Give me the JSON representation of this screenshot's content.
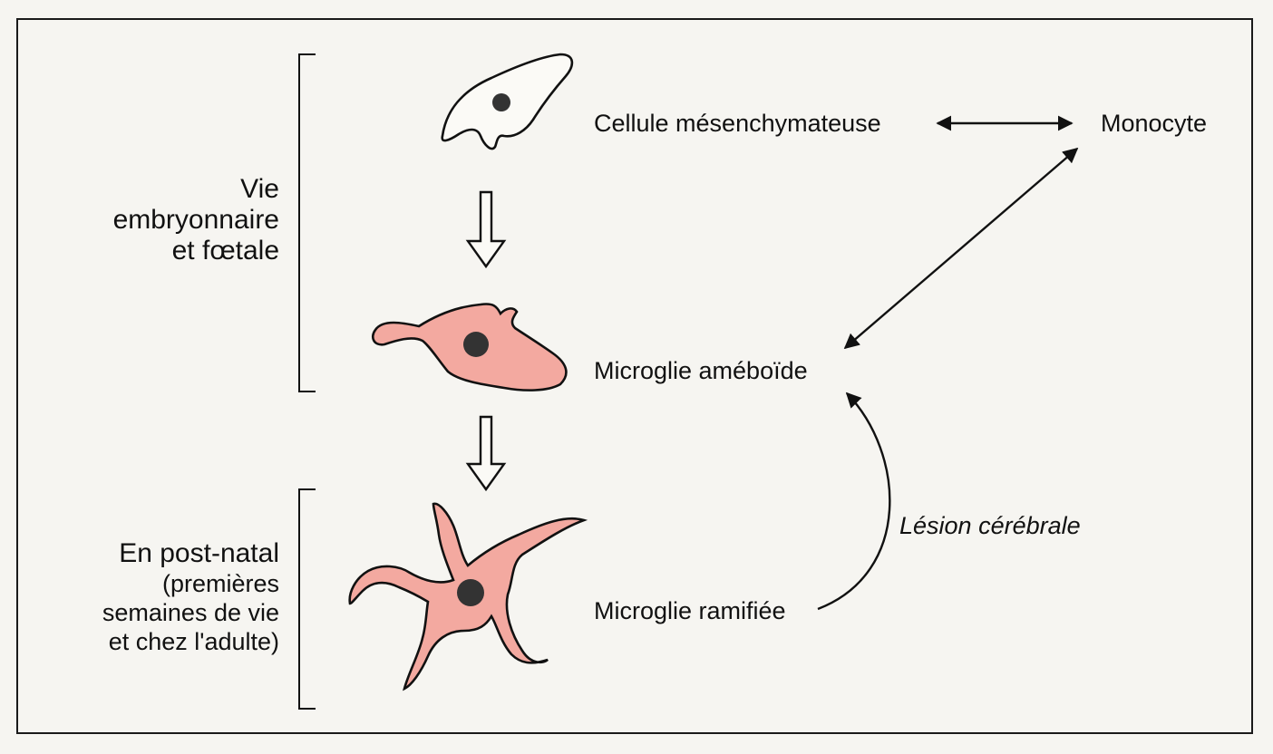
{
  "stages": {
    "embryonic": [
      "Vie",
      "embryonnaire",
      "et fœtale"
    ],
    "postnatal_title": "En post-natal",
    "postnatal_detail": [
      "(premières",
      "semaines de vie",
      "et chez l'adulte)"
    ]
  },
  "cells": {
    "mesenchymal": "Cellule mésenchymateuse",
    "monocyte": "Monocyte",
    "amoeboid": "Microglie améboïde",
    "ramified": "Microglie ramifiée"
  },
  "annotation": {
    "lesion": "Lésion cérébrale"
  },
  "colors": {
    "cell_fill": "#f3a9a0",
    "nucleus": "#333333",
    "outline": "#111111"
  }
}
